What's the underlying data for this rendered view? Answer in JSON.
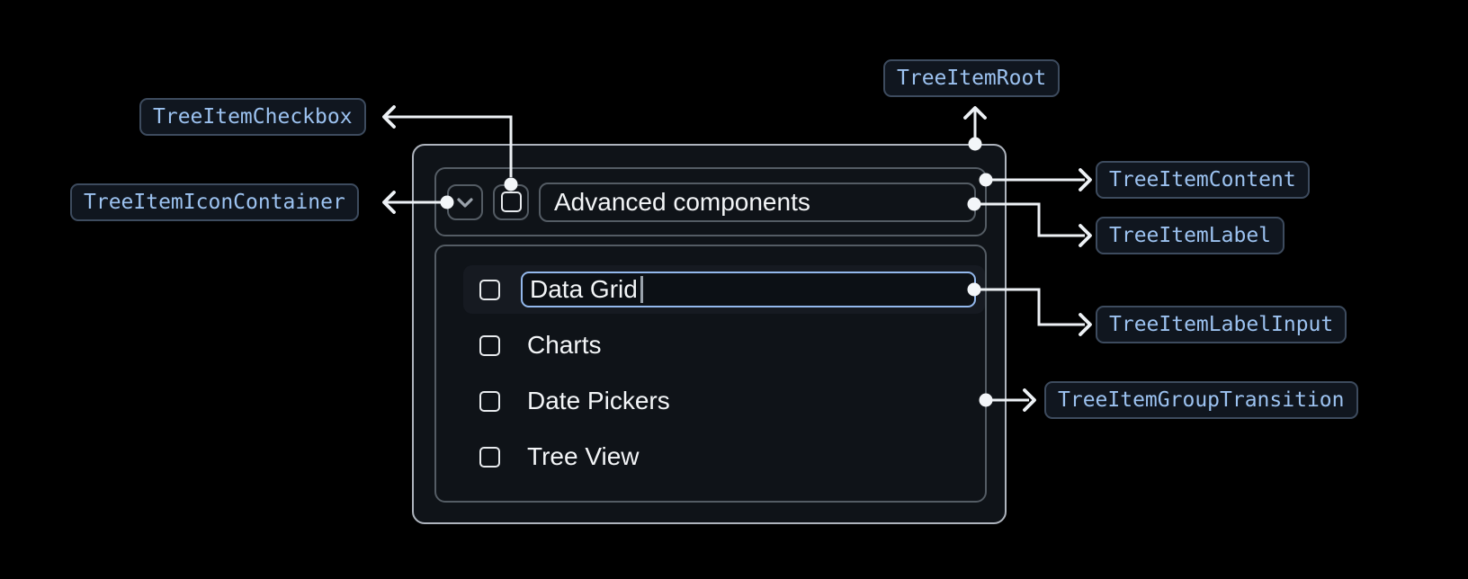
{
  "annotations": {
    "tree_item_checkbox": "TreeItemCheckbox",
    "tree_item_icon_container": "TreeItemIconContainer",
    "tree_item_root": "TreeItemRoot",
    "tree_item_content": "TreeItemContent",
    "tree_item_label": "TreeItemLabel",
    "tree_item_label_input": "TreeItemLabelInput",
    "tree_item_group_transition": "TreeItemGroupTransition"
  },
  "tree": {
    "parent": {
      "label": "Advanced components",
      "expanded": true,
      "expand_icon": "chevron-down-icon",
      "checkbox_checked": false
    },
    "editing_item": {
      "input_value": "Data Grid",
      "caret_visible": true,
      "checkbox_checked": false
    },
    "children": [
      "Charts",
      "Date Pickers",
      "Tree View"
    ]
  },
  "icons": [
    "chevron-down-icon",
    "checkbox-unchecked-icon",
    "arrowhead-icon",
    "connector-dot"
  ],
  "colors": {
    "page_bg": "#000000",
    "root_bg": "#0f1318",
    "root_border": "#aeb4bd",
    "inner_border": "#545c64",
    "row_highlight_bg": "#161a21",
    "input_border": "#93b8ec",
    "input_bg": "#0c1015",
    "text": "#f3f5f7",
    "badge_bg": "#10161f",
    "badge_border": "#3d4b5e",
    "badge_text": "#9cc2f0",
    "connector": "#edf1f5",
    "muted_icon": "#9aa2ab",
    "checkbox_glyph": "#e8ebee"
  }
}
